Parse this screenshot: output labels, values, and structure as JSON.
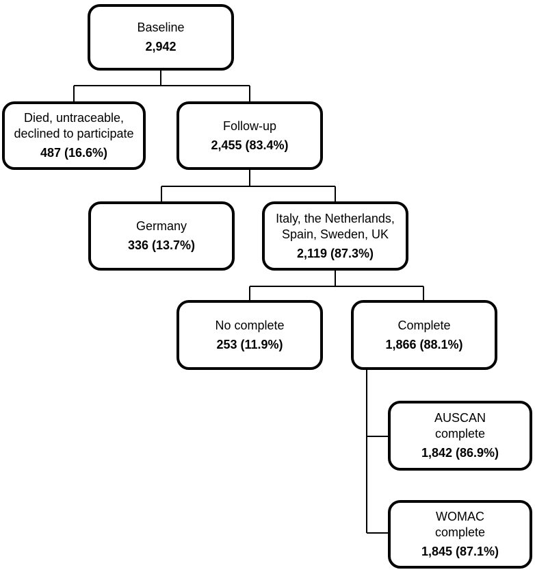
{
  "colors": {
    "background": "#ffffff",
    "box_border": "#000000",
    "text": "#000000",
    "connector": "#000000"
  },
  "nodes": [
    {
      "id": "baseline",
      "lines": [
        "Baseline"
      ],
      "value": "2,942"
    },
    {
      "id": "died-untraceable-declined",
      "lines": [
        "Died, untraceable,",
        "declined to participate"
      ],
      "value": "487 (16.6%)"
    },
    {
      "id": "follow-up",
      "lines": [
        "Follow-up"
      ],
      "value": "2,455 (83.4%)"
    },
    {
      "id": "germany",
      "lines": [
        "Germany"
      ],
      "value": "336 (13.7%)"
    },
    {
      "id": "italy-netherlands-spain-sweden-uk",
      "lines": [
        "Italy, the Netherlands,",
        "Spain, Sweden, UK"
      ],
      "value": "2,119 (87.3%)"
    },
    {
      "id": "no-complete",
      "lines": [
        "No complete"
      ],
      "value": "253 (11.9%)"
    },
    {
      "id": "complete",
      "lines": [
        "Complete"
      ],
      "value": "1,866 (88.1%)"
    },
    {
      "id": "auscan-complete",
      "lines": [
        "AUSCAN",
        "complete"
      ],
      "value": "1,842 (86.9%)"
    },
    {
      "id": "womac-complete",
      "lines": [
        "WOMAC",
        "complete"
      ],
      "value": "1,845 (87.1%)"
    }
  ],
  "edges": [
    {
      "from": "baseline",
      "to": "died-untraceable-declined"
    },
    {
      "from": "baseline",
      "to": "follow-up"
    },
    {
      "from": "follow-up",
      "to": "germany"
    },
    {
      "from": "follow-up",
      "to": "italy-netherlands-spain-sweden-uk"
    },
    {
      "from": "italy-netherlands-spain-sweden-uk",
      "to": "no-complete"
    },
    {
      "from": "italy-netherlands-spain-sweden-uk",
      "to": "complete"
    },
    {
      "from": "complete",
      "to": "auscan-complete"
    },
    {
      "from": "complete",
      "to": "womac-complete"
    }
  ]
}
